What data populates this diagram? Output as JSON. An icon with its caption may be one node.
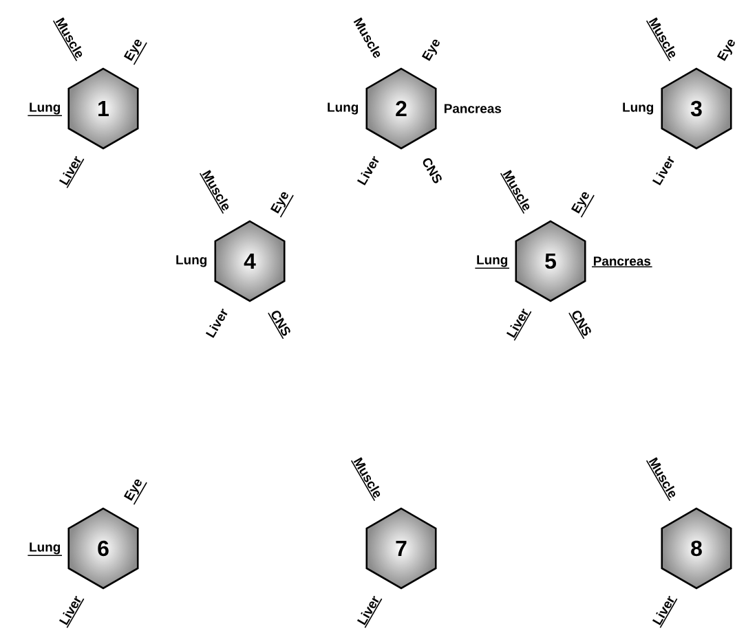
{
  "diagram": {
    "nodes": [
      {
        "text": [
          "1"
        ],
        "beside": [
          "Muscle",
          "Eye",
          "Lung",
          "Liver"
        ]
      },
      {
        "text": [
          "2"
        ],
        "beside": [
          "Muscle",
          "Eye",
          "Lung",
          "Pancreas",
          "Liver",
          "CNS"
        ]
      },
      {
        "text": [
          "3"
        ],
        "beside": [
          "Muscle",
          "Eye",
          "Lung",
          "Liver"
        ]
      },
      {
        "text": [
          "4"
        ],
        "beside": [
          "Muscle",
          "Eye",
          "Lung",
          "Liver",
          "CNS"
        ]
      },
      {
        "text": [
          "5"
        ],
        "beside": [
          "Muscle",
          "Eye",
          "Lung",
          "Pancreas",
          "Liver",
          "CNS"
        ]
      },
      {
        "text": [
          "6"
        ],
        "beside": [
          "Eye",
          "Lung",
          "Liver"
        ]
      },
      {
        "text": [
          "7"
        ],
        "beside": [
          "Muscle",
          "Liver"
        ]
      },
      {
        "text": [
          "8"
        ],
        "beside": [
          "Muscle",
          "Liver"
        ]
      }
    ]
  }
}
